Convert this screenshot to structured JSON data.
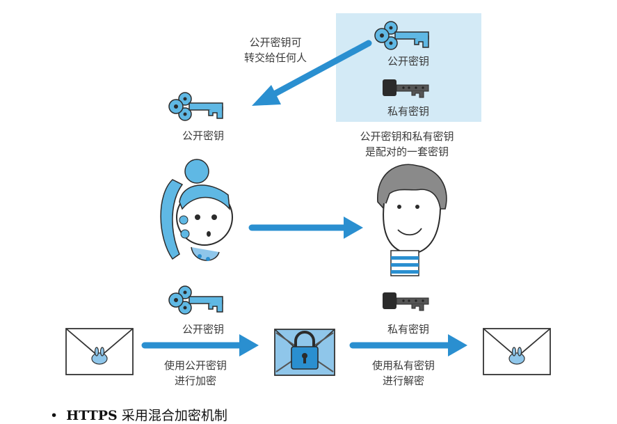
{
  "labels": {
    "public_key_top": "公开密钥",
    "private_key_top": "私有密钥",
    "transfer_line1": "公开密钥可",
    "transfer_line2": "转交给任何人",
    "public_key_left": "公开密钥",
    "pair_line1": "公开密钥和私有密钥",
    "pair_line2": "是配对的一套密钥",
    "public_key_bottom": "公开密钥",
    "private_key_bottom": "私有密钥",
    "encrypt_line1": "使用公开密钥",
    "encrypt_line2": "进行加密",
    "decrypt_line1": "使用私有密钥",
    "decrypt_line2": "进行解密"
  },
  "caption": {
    "bullet": "•",
    "bold": "HTTPS",
    "text": " 采用混合加密机制"
  },
  "colors": {
    "accent_blue": "#2a8fd0",
    "key_blue": "#5fb8e4",
    "key_dark": "#333333",
    "box_bg": "#d3eaf6"
  }
}
